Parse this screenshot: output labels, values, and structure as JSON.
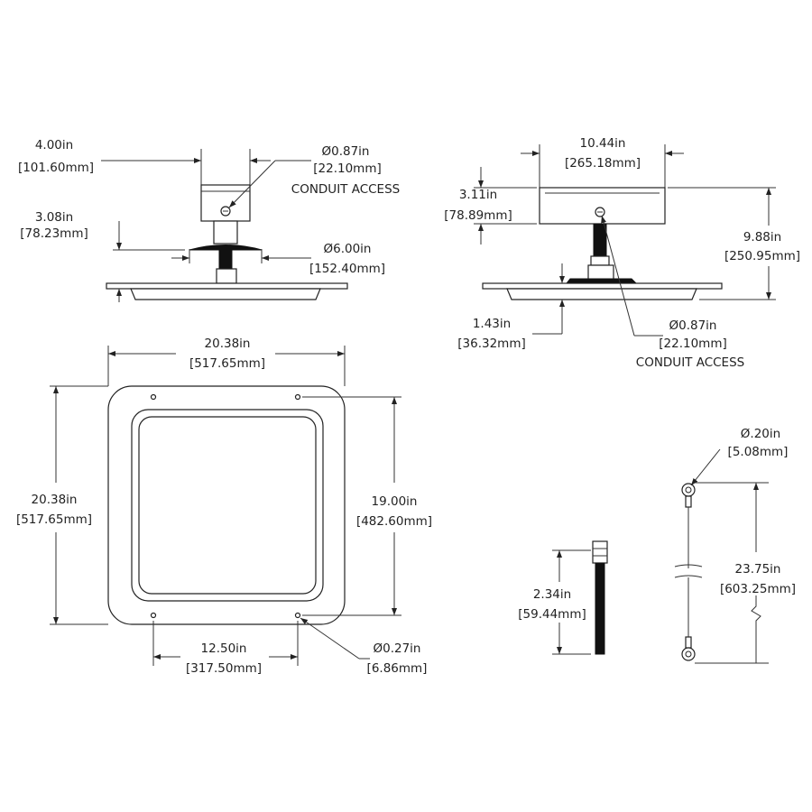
{
  "top_left_view": {
    "width_in": "4.00in",
    "width_mm": "[101.60mm]",
    "conduit_dia_in": "Ø0.87in",
    "conduit_dia_mm": "[22.10mm]",
    "conduit_label": "CONDUIT ACCESS",
    "height_in": "3.08in",
    "height_mm": "[78.23mm]",
    "flange_dia_in": "Ø6.00in",
    "flange_dia_mm": "[152.40mm]"
  },
  "top_right_view": {
    "width_in": "10.44in",
    "width_mm": "[265.18mm]",
    "box_height_in": "3.11in",
    "box_height_mm": "[78.89mm]",
    "total_height_in": "9.88in",
    "total_height_mm": "[250.95mm]",
    "plate_height_in": "1.43in",
    "plate_height_mm": "[36.32mm]",
    "conduit_dia_in": "Ø0.87in",
    "conduit_dia_mm": "[22.10mm]",
    "conduit_label": "CONDUIT ACCESS"
  },
  "plan_view": {
    "width_in": "20.38in",
    "width_mm": "[517.65mm]",
    "height_in": "20.38in",
    "height_mm": "[517.65mm]",
    "hole_spacing_v_in": "19.00in",
    "hole_spacing_v_mm": "[482.60mm]",
    "hole_spacing_h_in": "12.50in",
    "hole_spacing_h_mm": "[317.50mm]",
    "hole_dia_in": "Ø0.27in",
    "hole_dia_mm": "[6.86mm]"
  },
  "threaded_rod": {
    "length_in": "2.34in",
    "length_mm": "[59.44mm]"
  },
  "safety_cable": {
    "eye_dia_in": "Ø.20in",
    "eye_dia_mm": "[5.08mm]",
    "length_in": "23.75in",
    "length_mm": "[603.25mm]"
  }
}
